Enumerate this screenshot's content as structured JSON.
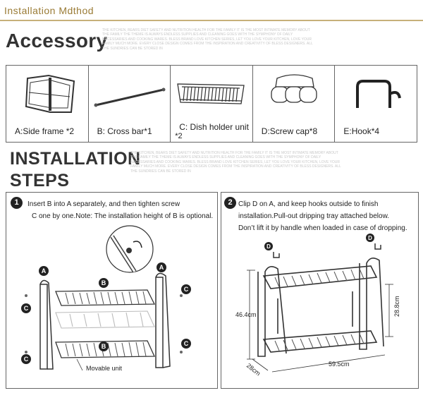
{
  "header": {
    "title": "Installation  Mdthod"
  },
  "accessory": {
    "heading": "Accessory",
    "fine_print": "THE KITCHEN, BEARS DIET SAFETY AND NUTRITION HEALTH FOR THE FAMILY IT IS THE MOST INTIMATE MEMORY ABOUT THE FAMILY THE THEME IS ALWAYS ENDLESS SUPPLIES AND CLEANING GOES WITH THE SYMPHONY OF DAILY NECESSARIES AND COOKING WARES. BLESS BRAND LOVE KITCHEN SERIES, LET YOU LOVE YOUR KITCHEN, LOVE YOUR FAMILY MUCH MORE. EVERY CLOSE DESIGN COMES FROM THE INSPIRATION AND CREATIVITY OF BLESS DESIGNERS. ALL THE SUNDRIES CAN BE STORED IN",
    "items": [
      {
        "label": "A:Side frame  *2",
        "icon": "side-frame-icon"
      },
      {
        "label": "B: Cross bar*1",
        "icon": "cross-bar-icon"
      },
      {
        "label": "C: Dish holder unit",
        "extra": "*2",
        "icon": "dish-holder-icon"
      },
      {
        "label": "D:Screw cap*8",
        "icon": "screw-cap-icon"
      },
      {
        "label": "E:Hook*4",
        "icon": "hook-icon"
      }
    ]
  },
  "installation": {
    "heading_line1": "INSTALLATION",
    "heading_line2": "STEPS",
    "fine_print": "THE KITCHEN, BEARS DIET SAFETY AND NUTRITION HEALTH FOR THE FAMILY IT IS THE MOST INTIMATE MEMORY ABOUT THE FAMILY THE THEME IS ALWAYS ENDLESS SUPPLIES AND CLEANING GOES WITH THE SYMPHONY OF DAILY NECESSARIES AND COOKING WARES. BLESS BRAND LOVE KITCHEN SERIES, LET YOU LOVE YOUR KITCHEN, LOVE YOUR FAMILY MUCH MORE. EVERY CLOSE DESIGN COMES FROM THE INSPIRATION AND CREATIVITY OF BLESS DESIGNERS. ALL THE SUNDRIES CAN BE STORED IN",
    "step1": {
      "number": "1",
      "line1": "Insert B into A separately, and then tighten screw",
      "line2": "C one by one.Note: The installation height of B is optional.",
      "movable_label": "Movable unit",
      "callouts": {
        "a": "A",
        "b": "B",
        "c": "C"
      }
    },
    "step2": {
      "number": "2",
      "line1": "Clip D on A, and keep hooks outside to finish",
      "line2": "installation.Pull-out dripping tray attached below.",
      "line3": "Don’t lift it by handle when loaded in case of dropping.",
      "callouts": {
        "d": "D"
      },
      "dimensions": {
        "height": "46.4cm",
        "inner_height": "28.8cm",
        "width": "59.5cm",
        "depth": "28cm"
      }
    }
  }
}
